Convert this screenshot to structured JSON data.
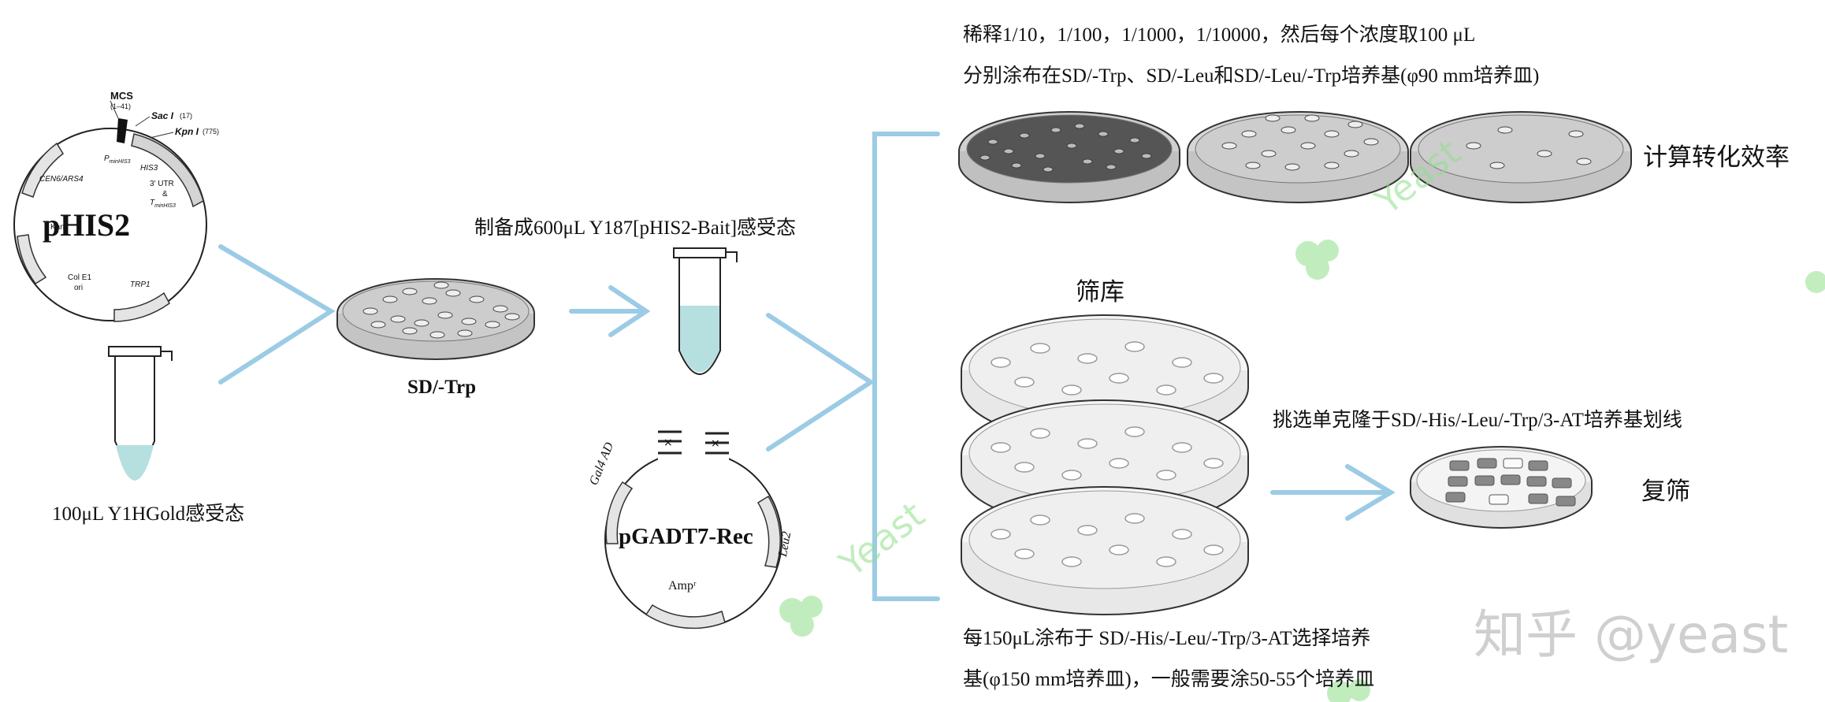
{
  "plasmid_phis2": {
    "name": "pHIS2",
    "labels": {
      "mcs": "MCS",
      "mcs_range": "(1–41)",
      "saci": "Sac I",
      "saci_pos": "(17)",
      "kpni": "Kpn I",
      "kpni_pos": "(775)",
      "p_minhis3": "P",
      "p_minhis3_sub": "minHIS3",
      "his3": "HIS3",
      "utr": "3′ UTR",
      "amp": "&",
      "t": "T",
      "t_sub": "minHIS3",
      "cen": "CEN6/ARS4",
      "kan": "Kanʳ",
      "colE1": "Col E1",
      "ori": "ori",
      "trp1": "TRP1"
    }
  },
  "tube_competent": {
    "caption": "100μL Y1HGold感受态"
  },
  "plate_sd_trp": {
    "caption": "SD/-Trp"
  },
  "tube_bait": {
    "caption": "制备成600μL Y187[pHIS2-Bait]感受态"
  },
  "plasmid_pgadt7": {
    "name": "pGADT7-Rec",
    "labels": {
      "gal4": "Gal4 AD",
      "leu2": "Leu2",
      "amp": "Ampʳ"
    }
  },
  "dilution": {
    "line1": "稀释1/10，1/100，1/1000，1/10000，然后每个浓度取100 μL",
    "line2": "分别涂布在SD/-Trp、SD/-Leu和SD/-Leu/-Trp培养基(φ90 mm培养皿)",
    "result": "计算转化效率"
  },
  "screening": {
    "title": "筛库",
    "pick": "挑选单克隆于SD/-His/-Leu/-Trp/3-AT培养基划线",
    "rescreen": "复筛",
    "note1": "每150μL涂布于 SD/-His/-Leu/-Trp/3-AT选择培养",
    "note2": "基(φ150 mm培养皿)，一般需要涂50-55个培养皿"
  },
  "watermarks": {
    "yeast": "Yeast",
    "zhihu": "知乎 @yeast"
  },
  "colors": {
    "arrow": "#9ccbe6",
    "agar": "#c9c9c9",
    "tube_liquid": "#b6dfe0",
    "watermark_green": "#8fe08a"
  }
}
